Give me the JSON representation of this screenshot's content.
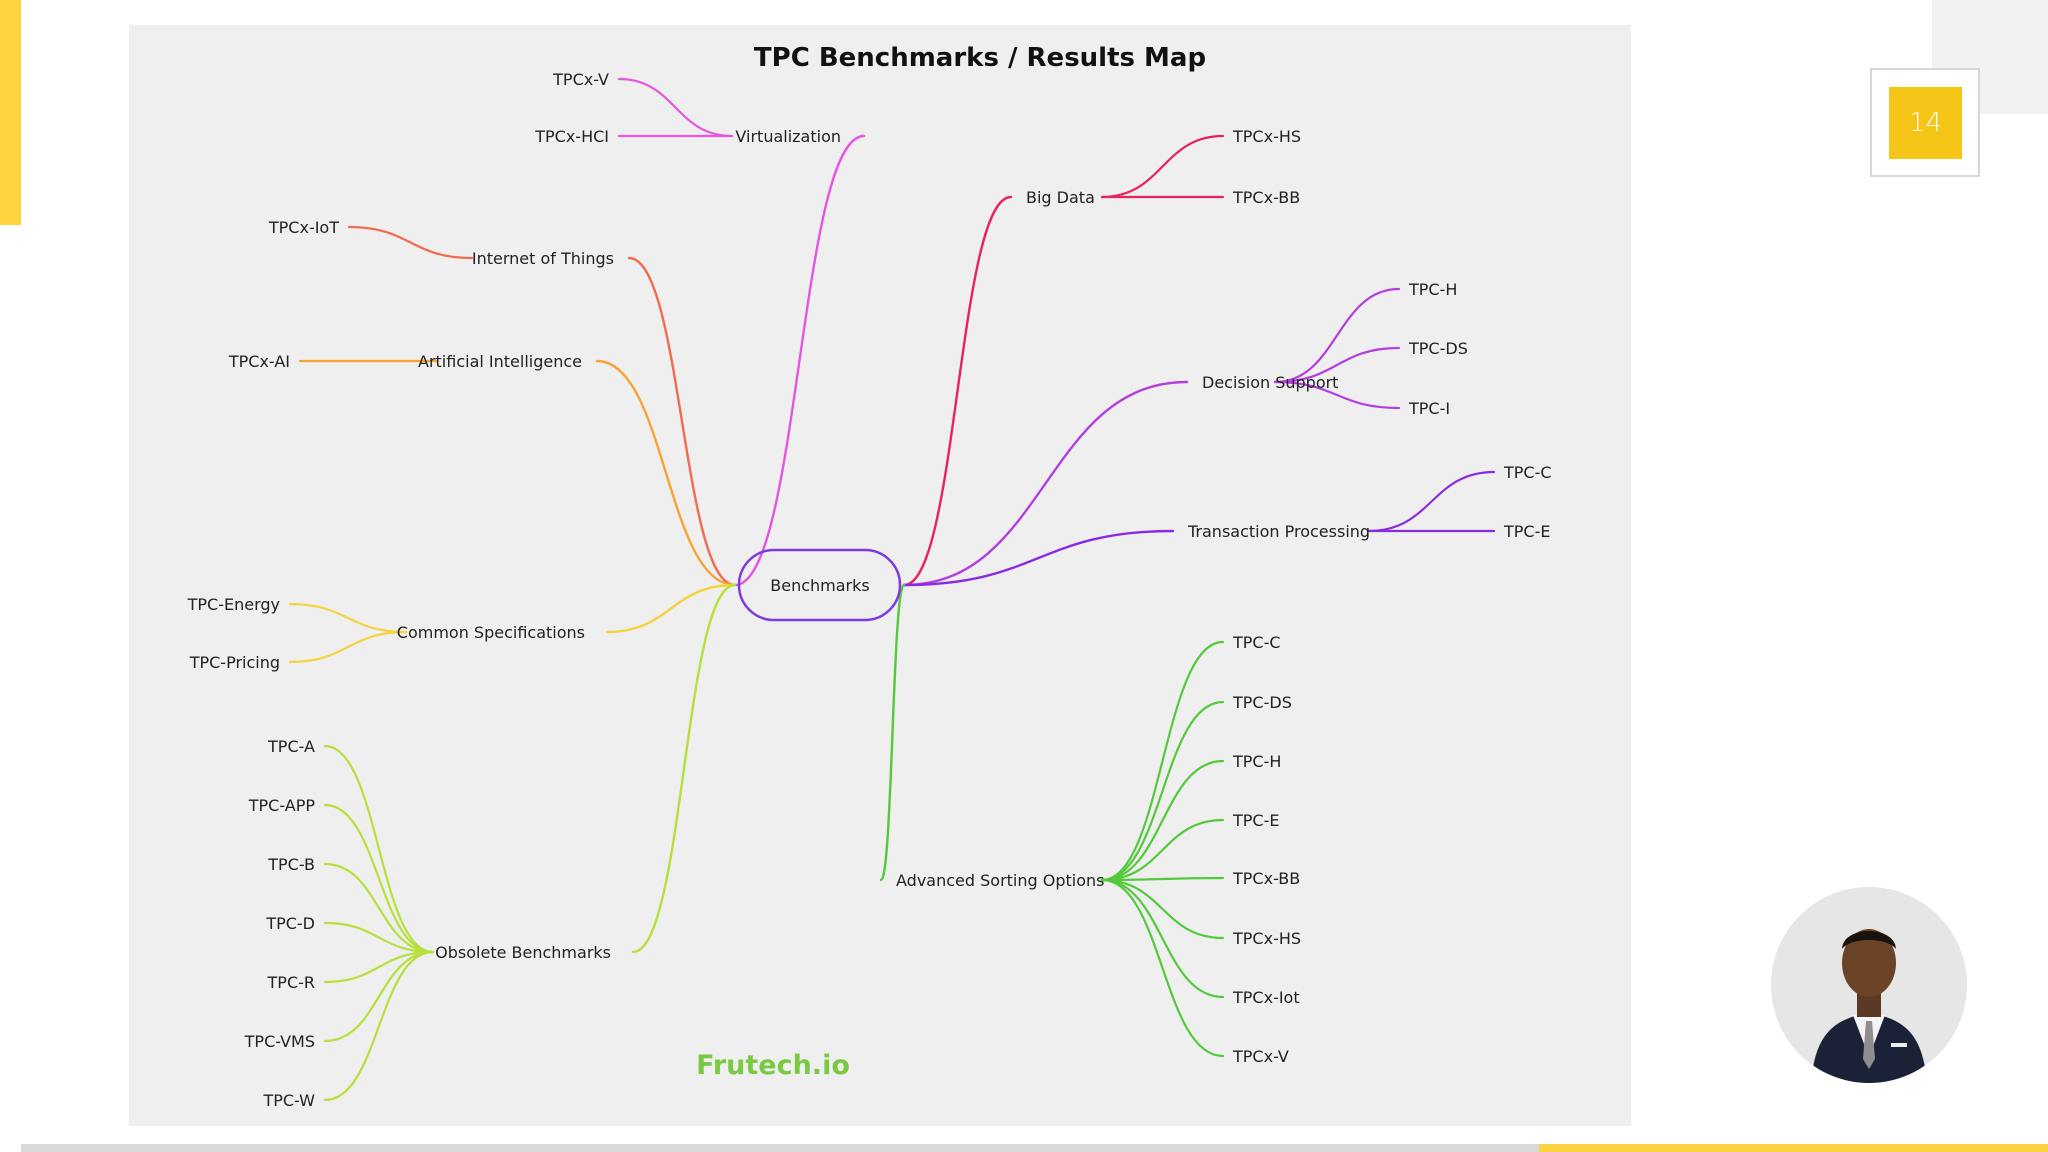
{
  "title": "TPC Benchmarks / Results Map",
  "watermark": "Frutech.io",
  "page_number": "14",
  "colors": {
    "accent_yellow": "#FFD23F",
    "badge_yellow": "#F5C518",
    "panel_bg": "#EFEFEF",
    "watermark_green": "#7AC943"
  },
  "center": {
    "label": "Benchmarks",
    "color": "#7D3CE0"
  },
  "branches": [
    {
      "label": "Virtualization",
      "color": "#E655E0",
      "leaves": [
        "TPCx-V",
        "TPCx-HCI"
      ]
    },
    {
      "label": "Internet of Things",
      "color": "#F26A4F",
      "leaves": [
        "TPCx-IoT"
      ]
    },
    {
      "label": "Artificial Intelligence",
      "color": "#F7A433",
      "leaves": [
        "TPCx-AI"
      ]
    },
    {
      "label": "Common Specifications",
      "color": "#F5D33E",
      "leaves": [
        "TPC-Energy",
        "TPC-Pricing"
      ]
    },
    {
      "label": "Obsolete Benchmarks",
      "color": "#B8E03C",
      "leaves": [
        "TPC-A",
        "TPC-APP",
        "TPC-B",
        "TPC-D",
        "TPC-R",
        "TPC-VMS",
        "TPC-W"
      ]
    },
    {
      "label": "Big Data",
      "color": "#E8225E",
      "leaves": [
        "TPCx-HS",
        "TPCx-BB"
      ]
    },
    {
      "label": "Decision Support",
      "color": "#B43FE0",
      "leaves": [
        "TPC-H",
        "TPC-DS",
        "TPC-I"
      ]
    },
    {
      "label": "Transaction Processing",
      "color": "#8A2BE2",
      "leaves": [
        "TPC-C",
        "TPC-E"
      ]
    },
    {
      "label": "Advanced Sorting Options",
      "color": "#55C93D",
      "leaves": [
        "TPC-C",
        "TPC-DS",
        "TPC-H",
        "TPC-E",
        "TPCx-BB",
        "TPCx-HS",
        "TPCx-Iot",
        "TPCx-V"
      ]
    }
  ]
}
